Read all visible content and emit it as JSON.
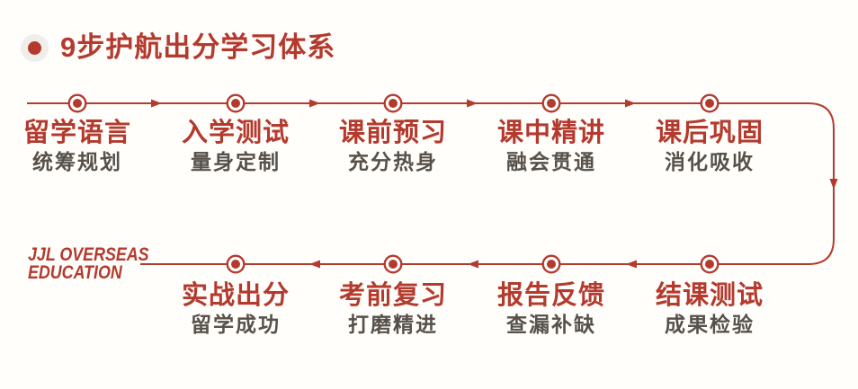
{
  "title": {
    "text": "9步护航出分学习体系"
  },
  "brand": {
    "line1": "JJL OVERSEAS",
    "line2": "EDUCATION"
  },
  "colors": {
    "red": "#b43a2e",
    "text_gray": "#57514a",
    "bullet_bg": "#f0eeea",
    "background": "#fffefb"
  },
  "flow": {
    "top_row_direction": "left-to-right",
    "bottom_row_direction": "right-to-left",
    "top_row": [
      {
        "title": "留学语言",
        "subtitle": "统筹规划"
      },
      {
        "title": "入学测试",
        "subtitle": "量身定制"
      },
      {
        "title": "课前预习",
        "subtitle": "充分热身"
      },
      {
        "title": "课中精讲",
        "subtitle": "融会贯通"
      },
      {
        "title": "课后巩固",
        "subtitle": "消化吸收"
      }
    ],
    "bottom_row": [
      {
        "title": "实战出分",
        "subtitle": "留学成功"
      },
      {
        "title": "考前复习",
        "subtitle": "打磨精进"
      },
      {
        "title": "报告反馈",
        "subtitle": "查漏补缺"
      },
      {
        "title": "结课测试",
        "subtitle": "成果检验"
      }
    ]
  }
}
